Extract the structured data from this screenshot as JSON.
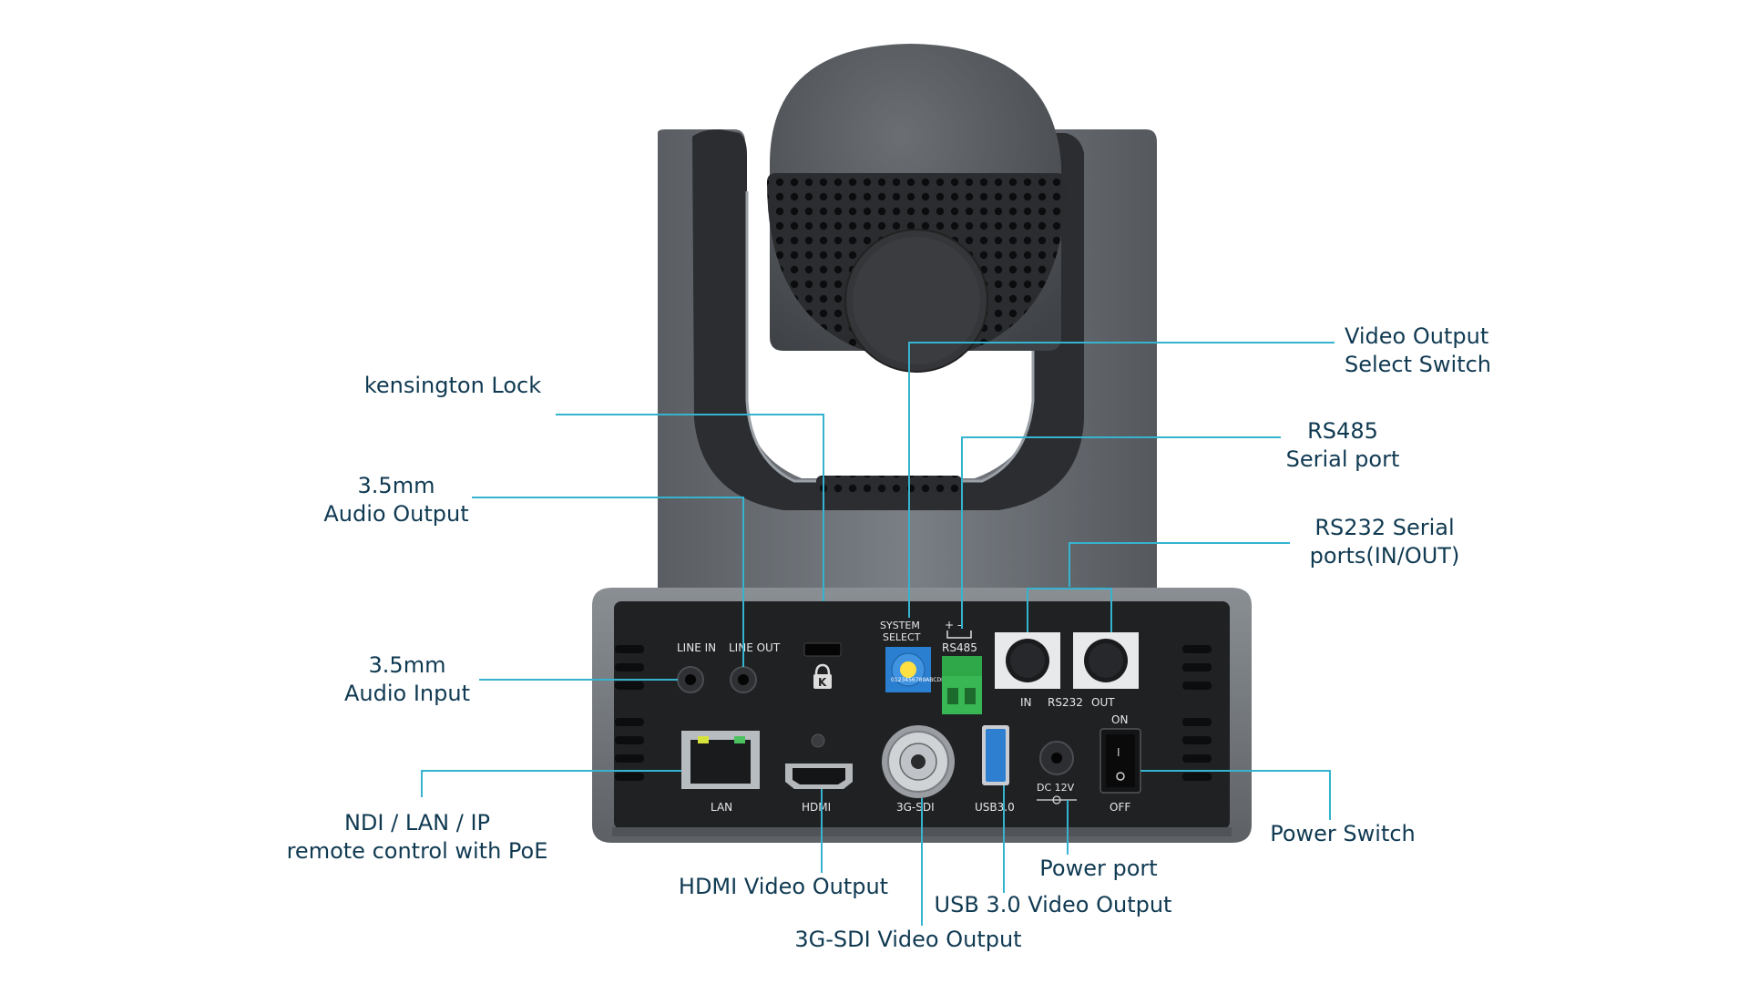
{
  "callouts": {
    "kensington_lock": {
      "lines": [
        "kensington Lock"
      ]
    },
    "audio_output": {
      "lines": [
        "3.5mm",
        "Audio Output"
      ]
    },
    "audio_input": {
      "lines": [
        "3.5mm",
        "Audio Input"
      ]
    },
    "network": {
      "lines": [
        "NDI / LAN / IP",
        "remote control with PoE"
      ]
    },
    "hdmi_output": {
      "lines": [
        "HDMI Video Output"
      ]
    },
    "sdi_output": {
      "lines": [
        "3G-SDI Video Output"
      ]
    },
    "usb_output": {
      "lines": [
        "USB 3.0 Video Output"
      ]
    },
    "power_port": {
      "lines": [
        "Power port"
      ]
    },
    "power_switch": {
      "lines": [
        "Power Switch"
      ]
    },
    "rs232": {
      "lines": [
        "RS232 Serial",
        "ports(IN/OUT)"
      ]
    },
    "rs485": {
      "lines": [
        "RS485",
        "Serial port"
      ]
    },
    "video_select": {
      "lines": [
        "Video Output",
        "Select Switch"
      ]
    }
  },
  "panel": {
    "line_in": "LINE  IN",
    "line_out": "LINE OUT",
    "system_select_1": "SYSTEM",
    "system_select_2": "SELECT",
    "rs485_polarity": "+  –",
    "rs485": "RS485",
    "in": "IN",
    "rs232": "RS232",
    "out": "OUT",
    "on": "ON",
    "off": "OFF",
    "lan": "LAN",
    "hdmi": "HDMI",
    "sdi": "3G-SDI",
    "usb": "USB3.0",
    "dc": "DC 12V",
    "dial_digits": "0123456789ABCDEF"
  },
  "colors": {
    "leader": "#35b3cf",
    "label_text": "#103a52",
    "body": "#6c7176",
    "panel": "#1f2123",
    "usb_blue": "#2f7fd1",
    "terminal_green": "#2fa84a",
    "dial_blue": "#2b7fd0"
  },
  "icons": [
    "lock-icon"
  ]
}
